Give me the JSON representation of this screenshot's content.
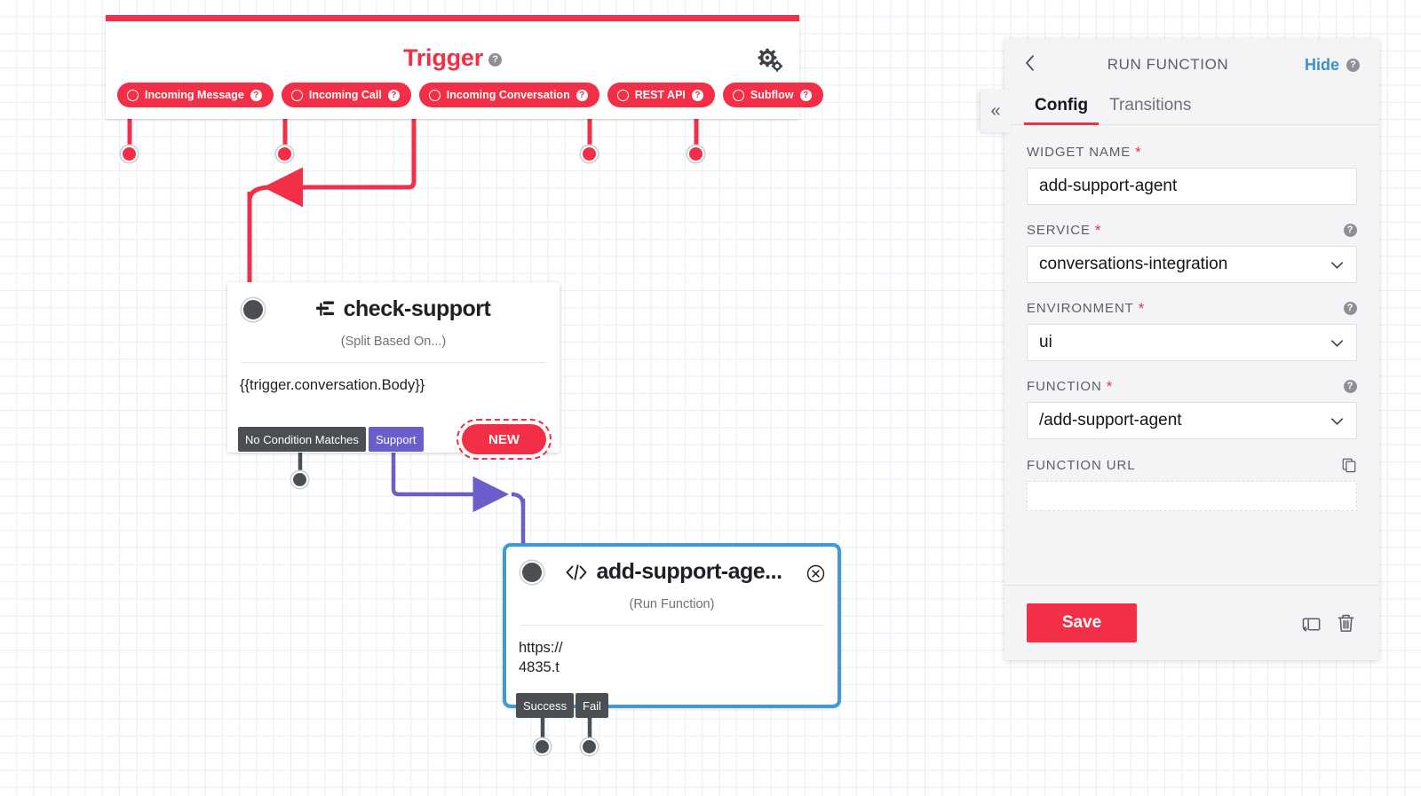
{
  "trigger": {
    "title": "Trigger",
    "help": "?",
    "gear_icon": "gear-icon",
    "pills": [
      {
        "label": "Incoming Message",
        "help": "?"
      },
      {
        "label": "Incoming Call",
        "help": "?"
      },
      {
        "label": "Incoming Conversation",
        "help": "?"
      },
      {
        "label": "REST API",
        "help": "?"
      },
      {
        "label": "Subflow",
        "help": "?"
      }
    ]
  },
  "nodes": {
    "split": {
      "title": "check-support",
      "icon": "split-based-on-icon",
      "subtitle": "(Split Based On...)",
      "body": "{{trigger.conversation.Body}}",
      "tabs": [
        {
          "label": "No Condition Matches",
          "style": "dark"
        },
        {
          "label": "Support",
          "style": "purple"
        },
        {
          "label": "NEW",
          "style": "new"
        }
      ]
    },
    "run_function": {
      "title": "add-support-age...",
      "icon": "code-icon",
      "subtitle": "(Run Function)",
      "body_line1": "https://",
      "body_line2": "4835.t",
      "close_icon": "close-circle-icon",
      "tabs": [
        {
          "label": "Success",
          "style": "dark"
        },
        {
          "label": "Fail",
          "style": "dark"
        }
      ]
    }
  },
  "collapse_handle": {
    "icon": "chevron-double-left-icon",
    "glyph": "«"
  },
  "panel": {
    "back_icon": "chevron-left-icon",
    "title": "RUN FUNCTION",
    "hide_label": "Hide",
    "hide_help": "?",
    "tabs": [
      {
        "label": "Config",
        "active": true
      },
      {
        "label": "Transitions",
        "active": false
      }
    ],
    "fields": [
      {
        "label": "WIDGET NAME",
        "required": true,
        "help": false,
        "type": "text",
        "value": "add-support-agent"
      },
      {
        "label": "SERVICE",
        "required": true,
        "help": true,
        "type": "select",
        "value": "conversations-integration"
      },
      {
        "label": "ENVIRONMENT",
        "required": true,
        "help": true,
        "type": "select",
        "value": "ui"
      },
      {
        "label": "FUNCTION",
        "required": true,
        "help": true,
        "type": "select",
        "value": "/add-support-agent"
      },
      {
        "label": "FUNCTION URL",
        "required": false,
        "help": false,
        "copy_icon": "copy-icon",
        "type": "readonly",
        "value": ""
      }
    ],
    "footer": {
      "save_label": "Save",
      "duplicate_icon": "duplicate-icon",
      "delete_icon": "trash-icon"
    }
  },
  "colors": {
    "brand_red": "#f22f46",
    "purple": "#6b5ecb",
    "dark_gray": "#4b4f54",
    "selected_blue": "#3f9ad4",
    "link_blue": "#3c8fd4",
    "grid_line": "#e3f0fb"
  }
}
